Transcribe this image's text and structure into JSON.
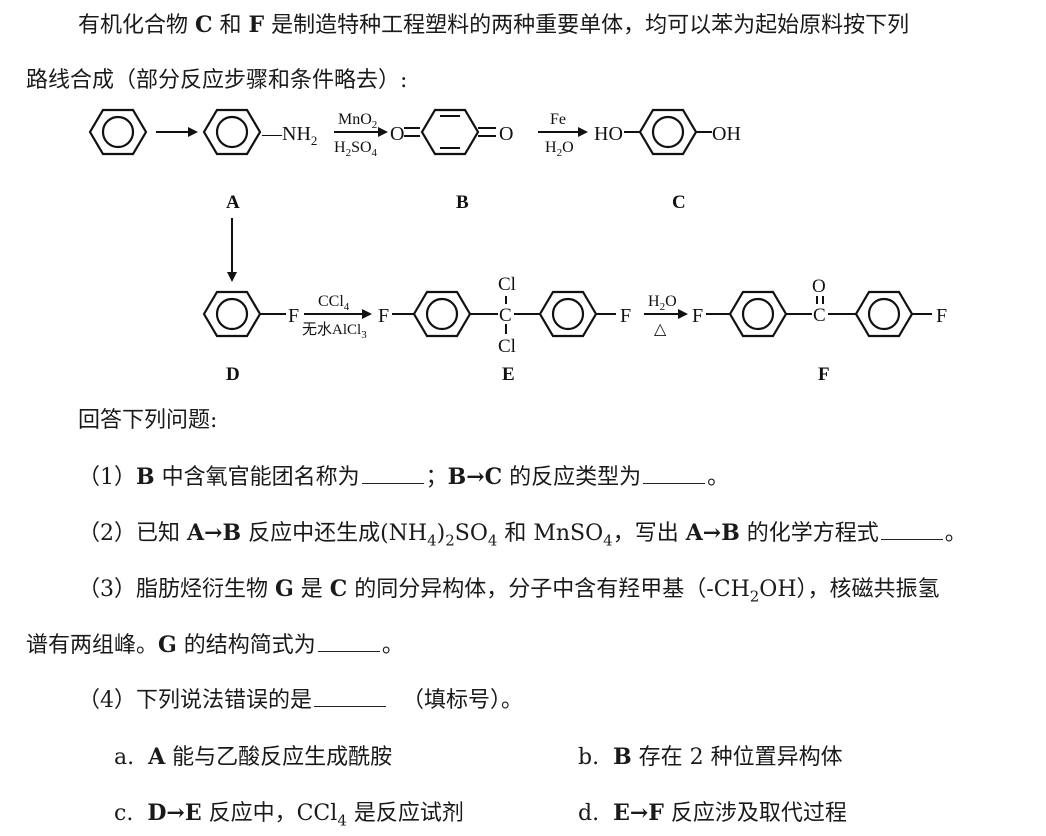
{
  "intro": {
    "l1": {
      "a": "有机化合物 ",
      "c": "C",
      "b": " 和 ",
      "f": "F",
      "d": " 是制造特种工程塑料的两种重要单体，均可以苯为起始原料按下列"
    },
    "l2": "路线合成（部分反应步骤和条件略去）:"
  },
  "scheme": {
    "nh2": "—NH",
    "nh2_sub": "2",
    "mno2": "MnO",
    "mno2_sub": "2",
    "h2so4_a": "H",
    "h2so4_sub1": "2",
    "h2so4_b": "SO",
    "h2so4_sub2": "4",
    "fe": "Fe",
    "h2o_a": "H",
    "h2o_sub": "2",
    "h2o_b": "O",
    "o_left": "O",
    "o_right": "O",
    "ho": "HO",
    "oh": "OH",
    "label_A": "A",
    "label_B": "B",
    "label_C": "C",
    "f_d": "F",
    "ccl4_a": "CCl",
    "ccl4_sub": "4",
    "alcl3_a": "无水AlCl",
    "alcl3_sub": "3",
    "f_e_left": "F",
    "f_e_right": "F",
    "cl_top": "Cl",
    "cl_bottom": "Cl",
    "c_center": "C",
    "h2o2_a": "H",
    "h2o2_sub": "2",
    "h2o2_b": "O",
    "delta": "△",
    "f_f_left": "F",
    "f_f_right": "F",
    "o_top": "O",
    "c_carbonyl": "C",
    "label_D": "D",
    "label_E": "E",
    "label_F": "F"
  },
  "prompt": "回答下列问题:",
  "q1": {
    "n": "（1）",
    "b": "B",
    "t1": " 中含氧官能团名称为",
    "t2": "；",
    "bc": "B→C",
    "t3": " 的反应类型为",
    "end": "。"
  },
  "q2": {
    "n": "（2）",
    "t1": "已知 ",
    "ab": "A→B",
    "t2": " 反应中还生成(NH",
    "s1": "4",
    "t3": ")",
    "s2": "2",
    "t4": "SO",
    "s3": "4",
    "t5": " 和 MnSO",
    "s4": "4",
    "t6": "，写出 ",
    "ab2": "A→B",
    "t7": " 的化学方程式",
    "end": "。"
  },
  "q3": {
    "n": "（3）",
    "t1": "脂肪烃衍生物 ",
    "g": "G",
    "t2": " 是 ",
    "c": "C",
    "t3": " 的同分异构体，分子中含有羟甲基（-CH",
    "s1": "2",
    "t4": "OH），核磁共振氢",
    "l2a": "谱有两组峰。",
    "g2": "G",
    "l2b": " 的结构简式为",
    "end": "。"
  },
  "q4": {
    "n": "（4）",
    "t1": "下列说法错误的是",
    "t2": "（填标号）。"
  },
  "options": {
    "a": {
      "k": "a.",
      "b": "A",
      "t": " 能与乙酸反应生成酰胺"
    },
    "b": {
      "k": "b.",
      "b": "B",
      "t": " 存在 2 种位置异构体"
    },
    "c": {
      "k": "c.",
      "b": "D→E",
      "t1": " 反应中，CCl",
      "s": "4",
      "t2": " 是反应试剂"
    },
    "d": {
      "k": "d.",
      "b": "E→F",
      "t": " 反应涉及取代过程"
    }
  }
}
